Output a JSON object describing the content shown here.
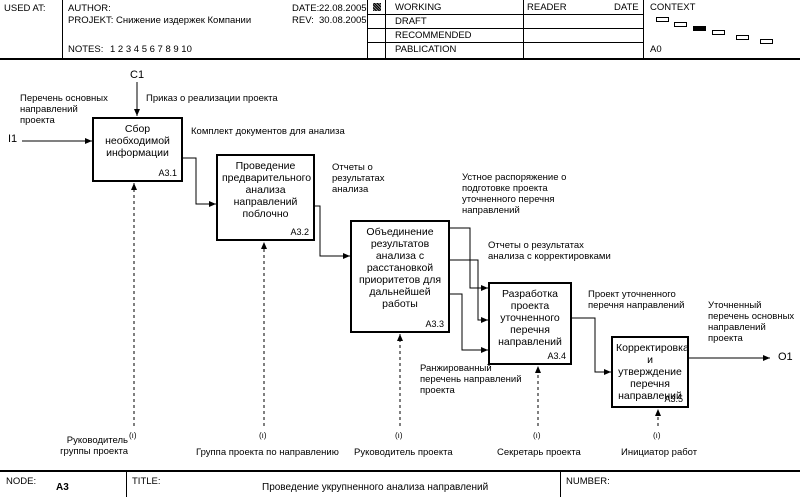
{
  "header": {
    "used_at_label": "USED AT:",
    "author_label": "AUTHOR:",
    "project_label": "PROJEKT:",
    "project_name": "Снижение издержек Компании",
    "notes_label": "NOTES:",
    "notes_numbers": "1  2  3  4  5  6  7  8  9  10",
    "date_label": "DATE:",
    "date_value": "22.08.2005",
    "rev_label": "REV:",
    "rev_value": "30.08.2005",
    "status": [
      "WORKING",
      "DRAFT",
      "RECOMMENDED",
      "PABLICATION"
    ],
    "reader_label": "READER",
    "reader_date_label": "DATE",
    "context_label": "CONTEXT",
    "context_node": "A0"
  },
  "boxes": [
    {
      "label": "Сбор необходимой информации",
      "number": "A3.1"
    },
    {
      "label": "Проведение предварительного анализа направлений поблочно",
      "number": "A3.2"
    },
    {
      "label": "Объединение результатов анализа с расстановкой приоритетов для дальнейшей работы",
      "number": "A3.3"
    },
    {
      "label": "Разработка проекта уточненного перечня направлений",
      "number": "A3.4"
    },
    {
      "label": "Корректировка и утверждение перечня направлений",
      "number": "A3.5"
    }
  ],
  "arrows": {
    "c1": "C1",
    "i1": "I1",
    "o1": "O1",
    "i1_label": "Перечень основных направлений проекта",
    "c1_label": "Приказ о реализации проекта",
    "a31_out": "Комплект документов для анализа",
    "a32_out": "Отчеты о результатах анализа",
    "a33_out_top": "Устное распоряжение о подготовке проекта уточненного перечня направлений",
    "a33_out_mid": "Отчеты о результатах анализа с корректировками",
    "a33_out_bottom": "Ранжированный перечень направлений проекта",
    "a34_out": "Проект уточненного перечня направлений",
    "a35_out": "Уточненный перечень основных направлений проекта"
  },
  "mechanisms": [
    "Руководитель группы проекта",
    "Группа проекта по направлению",
    "Руководитель проекта",
    "Секретарь проекта",
    "Инициатор работ"
  ],
  "tunnel_mark": "(ı)",
  "footer": {
    "node_label": "NODE:",
    "node_value": "A3",
    "title_label": "TITLE:",
    "title_value": "Проведение укрупненного анализа направлений",
    "number_label": "NUMBER:"
  }
}
